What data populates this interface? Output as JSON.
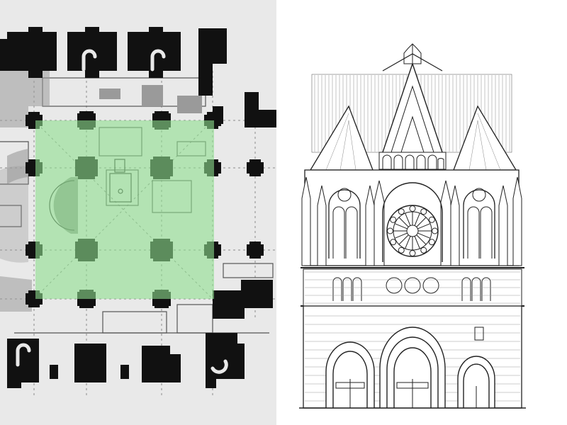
{
  "figure": {
    "left_panel": "floor-plan",
    "right_panel": "west-facade-elevation",
    "highlight": {
      "color": "#8fe08f",
      "opacity": 0.7
    },
    "colors": {
      "wall": "#111111",
      "plan_background": "#e9e9e9",
      "grey_structure": "#9a9a9a",
      "elevation_line": "#222222",
      "elevation_background": "#ffffff"
    }
  }
}
